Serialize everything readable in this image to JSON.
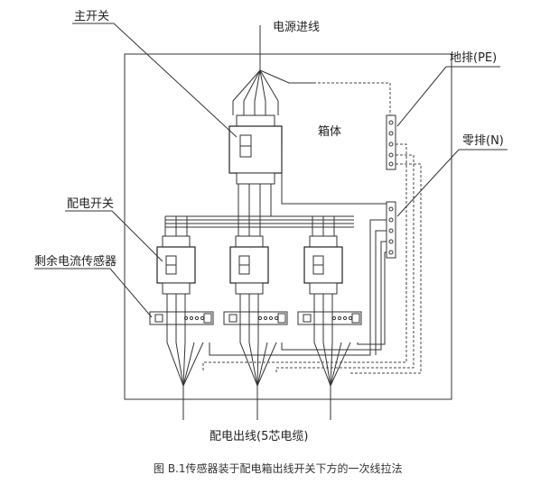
{
  "labels": {
    "main_switch": "主开关",
    "power_in": "电源进线",
    "ground_bar": "地排(PE)",
    "cabinet": "箱体",
    "neutral_bar": "零排(N)",
    "dist_switch": "配电开关",
    "rcd_sensor": "剩余电流传感器",
    "output_line": "配电出线(5芯电缆)"
  },
  "caption": "图 B.1传感器装于配电箱出线开关下方的一次线拉法"
}
